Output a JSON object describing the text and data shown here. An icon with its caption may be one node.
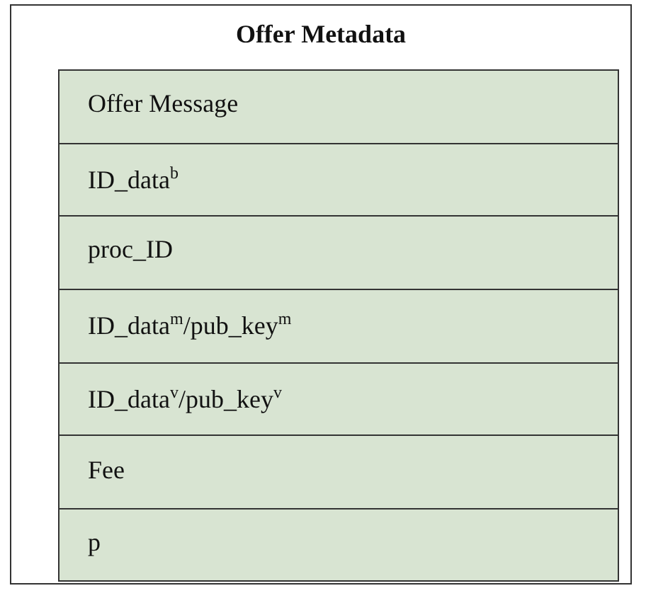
{
  "diagram": {
    "nodes": [
      {
        "text": [
          "Offer Metadata"
        ]
      },
      {
        "text": [
          "Offer Message"
        ],
        "in": 0
      },
      {
        "text": [
          "ID_data$^{b}$"
        ],
        "in": 0
      },
      {
        "text": [
          "proc_ID"
        ],
        "in": 0
      },
      {
        "text": [
          "ID_data$^{m}$/pub_key$^{m}$"
        ],
        "in": 0
      },
      {
        "text": [
          "ID_data$^{v}$/pub_key$^{v}$"
        ],
        "in": 0
      },
      {
        "text": [
          "Fee"
        ],
        "in": 0
      },
      {
        "text": [
          "p"
        ],
        "in": 0
      }
    ],
    "edges": []
  }
}
